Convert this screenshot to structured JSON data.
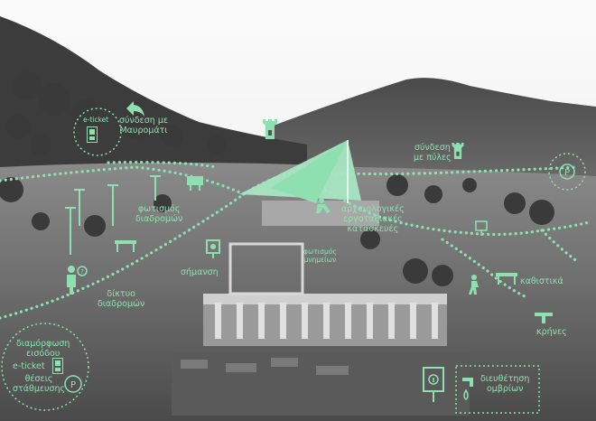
{
  "labels": {
    "eticket_top": "e-ticket",
    "link_mavromati": [
      "σύνδεση με",
      "Μαυρομάτι"
    ],
    "link_gates": [
      "σύνδεση",
      "με πύλες"
    ],
    "route_lighting": [
      "φωτισμός",
      "διαδρομών"
    ],
    "workshops": [
      "αρχαιολογικές",
      "εργοταξιακές",
      "κατασκευές"
    ],
    "monument_lighting": [
      "φωτισμός",
      "μνημείων"
    ],
    "signage": "σήμανση",
    "route_network": [
      "δίκτυο",
      "διαδρομών"
    ],
    "seating": "καθιστικά",
    "fountains": "κρήνες",
    "entrance": [
      "διαμόρφωση",
      "εισόδου"
    ],
    "eticket_bottom": "e-ticket",
    "parking": [
      "θέσεις",
      "στάθμευσης"
    ],
    "rainwater": [
      "διευθέτηση",
      "ομβρίων"
    ]
  },
  "colors": {
    "accent": "#8fe0b0",
    "sky": "#f4f4f4"
  },
  "icons": [
    "arrow-back-icon",
    "e-ticket-icon",
    "tower-icon",
    "parking-icon",
    "tent-icon",
    "worker-icon",
    "sign-icon",
    "person-info-icon",
    "bench-icon",
    "walker-icon",
    "tap-icon",
    "info-sign-icon"
  ]
}
